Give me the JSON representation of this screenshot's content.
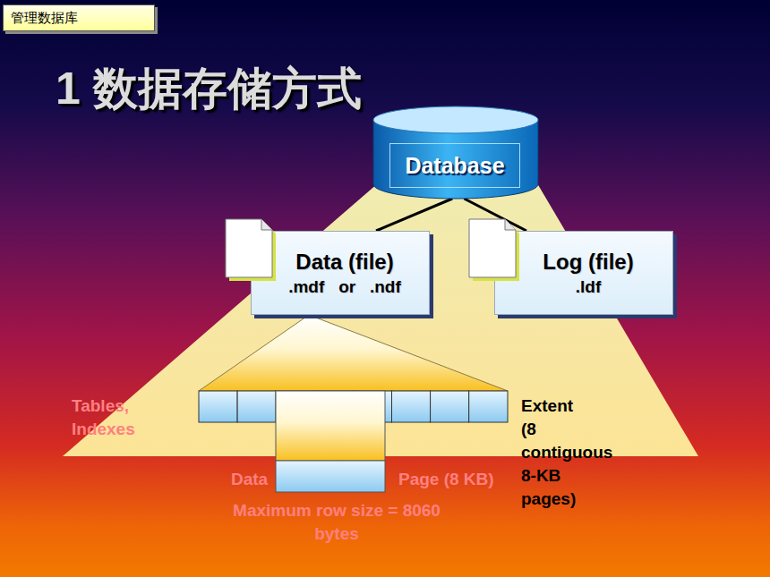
{
  "diagram": {
    "title": "1 数据存储方式",
    "nodes": [
      {
        "text": [
          "管理数据库"
        ]
      },
      {
        "text": [
          "Database"
        ]
      },
      {
        "text": [
          "Data (file)",
          ".mdf   or   .ndf"
        ]
      },
      {
        "text": [
          "Log (file)",
          ".ldf"
        ]
      }
    ],
    "edges": [
      {
        "from": 1,
        "to": 2,
        "arrow": "none"
      },
      {
        "from": 1,
        "to": 3,
        "arrow": "none"
      }
    ],
    "labels": [
      "Tables, Indexes",
      "Extent (8 contiguous 8-KB pages)",
      "Data",
      "Page (8 KB)",
      "Maximum row size = 8060 bytes"
    ]
  }
}
